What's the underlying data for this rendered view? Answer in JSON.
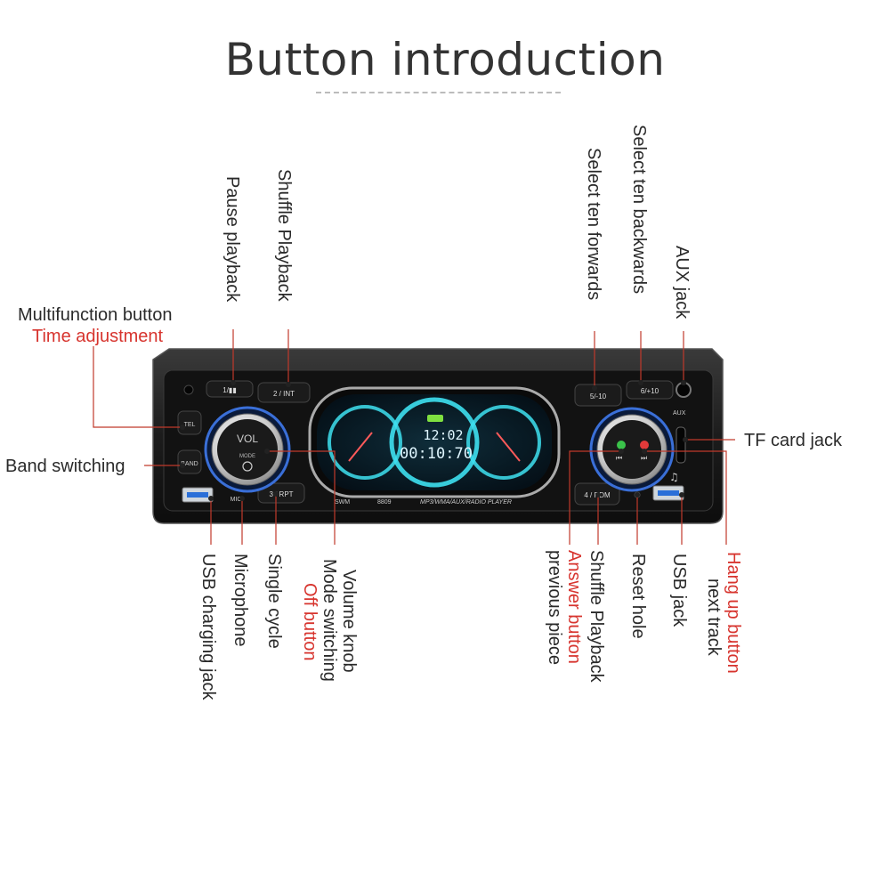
{
  "title": "Button introduction",
  "device": {
    "buttons": {
      "b1": "1/▮▮",
      "b2": "2 / INT",
      "b3": "3 / RPT",
      "b4": "4 / RDM",
      "b5": "5/-10",
      "b6": "6/+10",
      "tel": "TEL",
      "band": "BAND"
    },
    "knob_label": "VOL",
    "knob_mode": "MODE",
    "aux": "AUX",
    "brand": "SWM",
    "model": "8809",
    "player_text": "MP3/WMA/AUX/RADIO PLAYER",
    "mic": "MIC",
    "lcd_top": "12:02",
    "lcd_bottom": "00:10:70"
  },
  "labels": {
    "multifunction": "Multifunction button",
    "time_adjust": "Time adjustment",
    "band_switching": "Band switching",
    "pause": "Pause playback",
    "shuffle_top": "Shuffle Playback",
    "select_fwd": "Select ten forwards",
    "select_back": "Select ten backwards",
    "aux_jack": "AUX jack",
    "tf_card": "TF card jack",
    "usb_charging": "USB charging jack",
    "microphone": "Microphone",
    "single_cycle": "Single cycle",
    "volume_knob": "Volume knob",
    "mode_switching": "Mode switching",
    "off_button": "Off button",
    "previous_piece": "previous piece",
    "answer_button": "Answer button",
    "shuffle_bottom": "Shuffle Playback",
    "reset_hole": "Reset hole",
    "usb_jack": "USB jack",
    "next_track": "next track",
    "hangup_button": "Hang up button"
  },
  "colors": {
    "accent_red": "#d7342e",
    "text_dark": "#2a2a2a",
    "lcd_cyan": "#3ee0f0"
  }
}
